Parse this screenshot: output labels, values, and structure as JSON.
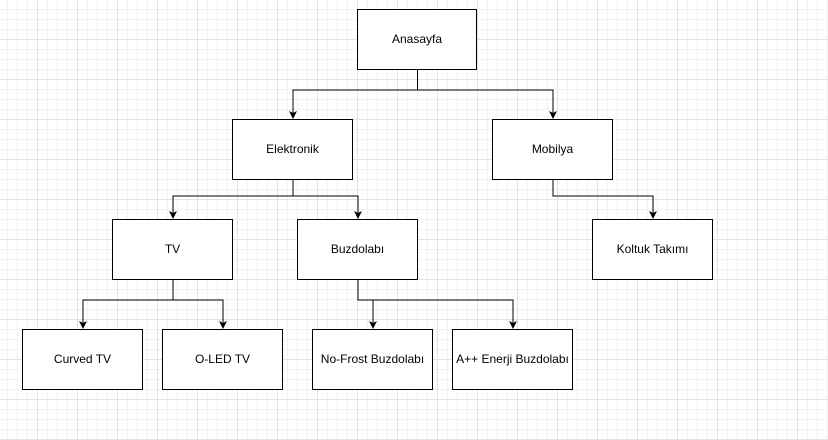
{
  "diagram": {
    "colors": {
      "node_border": "#000000",
      "node_fill": "#ffffff",
      "edge": "#000000",
      "grid": "#e3e3e3"
    },
    "nodes": [
      {
        "id": "anasayfa",
        "label": "Anasayfa"
      },
      {
        "id": "elektronik",
        "label": "Elektronik"
      },
      {
        "id": "mobilya",
        "label": "Mobilya"
      },
      {
        "id": "tv",
        "label": "TV"
      },
      {
        "id": "buzdolabi",
        "label": "Buzdolabı"
      },
      {
        "id": "koltuk",
        "label": "Koltuk Takımı"
      },
      {
        "id": "curved",
        "label": "Curved TV"
      },
      {
        "id": "oled",
        "label": "O-LED TV"
      },
      {
        "id": "nofrost",
        "label": "No-Frost Buzdolabı"
      },
      {
        "id": "aplus",
        "label": "A++ Enerji Buzdolabı"
      }
    ],
    "edges": [
      {
        "from": "anasayfa",
        "to": "elektronik"
      },
      {
        "from": "anasayfa",
        "to": "mobilya"
      },
      {
        "from": "elektronik",
        "to": "tv"
      },
      {
        "from": "elektronik",
        "to": "buzdolabi"
      },
      {
        "from": "mobilya",
        "to": "koltuk"
      },
      {
        "from": "tv",
        "to": "curved"
      },
      {
        "from": "tv",
        "to": "oled"
      },
      {
        "from": "buzdolabi",
        "to": "nofrost"
      },
      {
        "from": "buzdolabi",
        "to": "aplus"
      }
    ]
  }
}
